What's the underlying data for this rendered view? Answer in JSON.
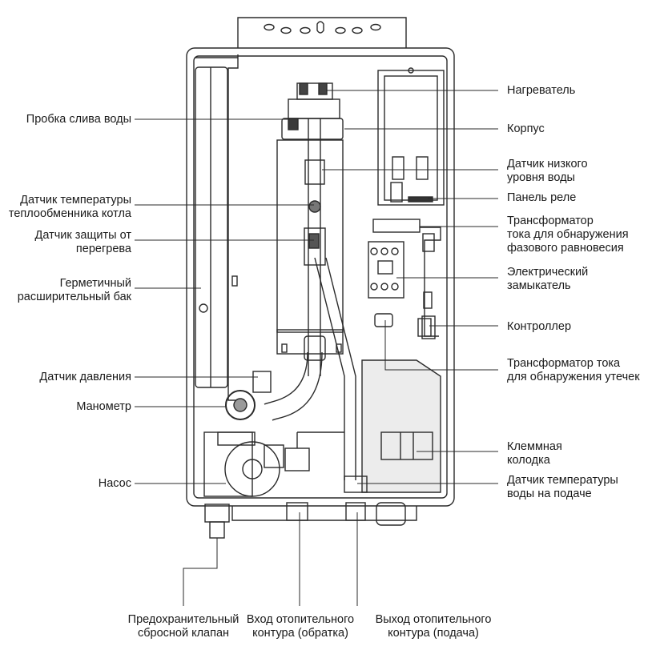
{
  "labels": {
    "heater": "Нагреватель",
    "casing": "Корпус",
    "low_water_sensor": [
      "Датчик низкого",
      "уровня воды"
    ],
    "relay_panel": "Панель реле",
    "phase_ct": [
      "Трансформатор",
      "тока для обнаружения",
      "фазового равновесия"
    ],
    "contactor": [
      "Электрический",
      "замыкатель"
    ],
    "controller": "Контроллер",
    "leakage_ct": [
      "Трансформатор тока",
      "для обнаружения утечек"
    ],
    "terminal_block": [
      "Клеммная",
      "колодка"
    ],
    "supply_temp_sensor": [
      "Датчик температуры",
      "воды на подаче"
    ],
    "drain_plug": "Пробка слива воды",
    "hx_temp_sensor": [
      "Датчик температуры",
      "теплообменника котла"
    ],
    "overheat_sensor": [
      "Датчик защиты от",
      "перегрева"
    ],
    "expansion_tank": [
      "Герметичный",
      "расширительный бак"
    ],
    "pressure_sensor": "Датчик давления",
    "manometer": "Манометр",
    "pump": "Насос",
    "safety_valve": [
      "Предохранительный",
      "сбросной клапан"
    ],
    "return_inlet": [
      "Вход отопительного",
      "контура (обратка)"
    ],
    "supply_outlet": [
      "Выход отопительного",
      "контура (подача)"
    ]
  },
  "colors": {
    "line": "#2a2a2a",
    "body": "#ffffff",
    "gray": "#c9c9c9",
    "dark": "#3a3a3a"
  }
}
